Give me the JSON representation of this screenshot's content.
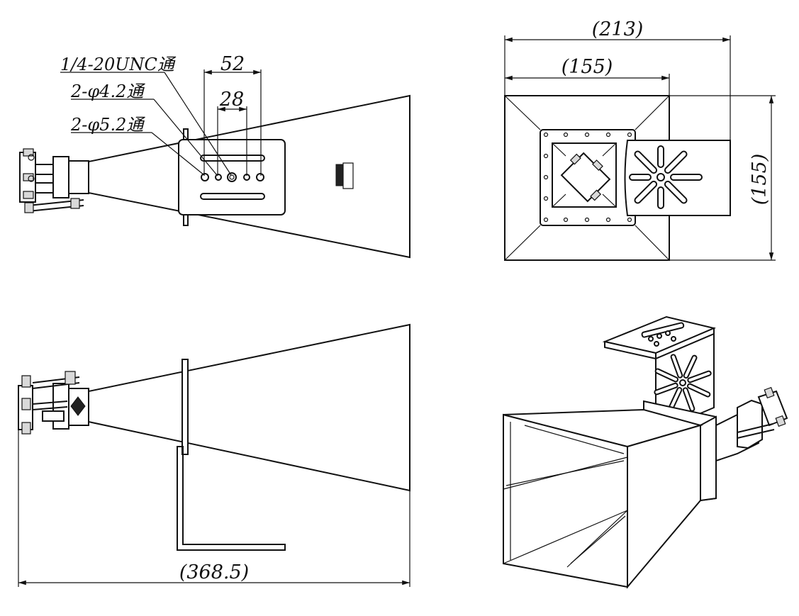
{
  "annotations": {
    "callout_1": "1/4-20UNC通",
    "callout_2": "2-φ4.2通",
    "callout_3": "2-φ5.2通"
  },
  "dimensions": {
    "front_52": "52",
    "front_28": "28",
    "top_overall_width": "(213)",
    "top_width": "(155)",
    "top_height": "(155)",
    "side_length": "(368.5)"
  }
}
